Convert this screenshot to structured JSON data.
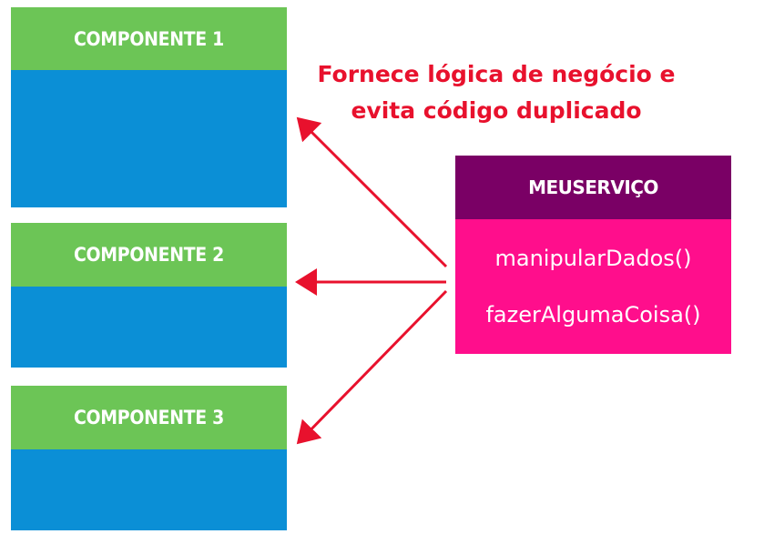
{
  "components": [
    {
      "label": "COMPONENTE 1"
    },
    {
      "label": "COMPONENTE 2"
    },
    {
      "label": "COMPONENTE 3"
    }
  ],
  "service": {
    "title": "MEUSERVIÇO",
    "methods": [
      "manipularDados()",
      "fazerAlgumaCoisa()"
    ]
  },
  "caption": {
    "line1": "Fornece lógica de negócio e",
    "line2": "evita código duplicado"
  },
  "colors": {
    "component_header": "#6cc556",
    "component_body": "#0b8fd6",
    "service_header": "#7a0065",
    "service_body": "#ff0e8c",
    "arrow": "#e8112d",
    "caption": "#e8112d"
  }
}
